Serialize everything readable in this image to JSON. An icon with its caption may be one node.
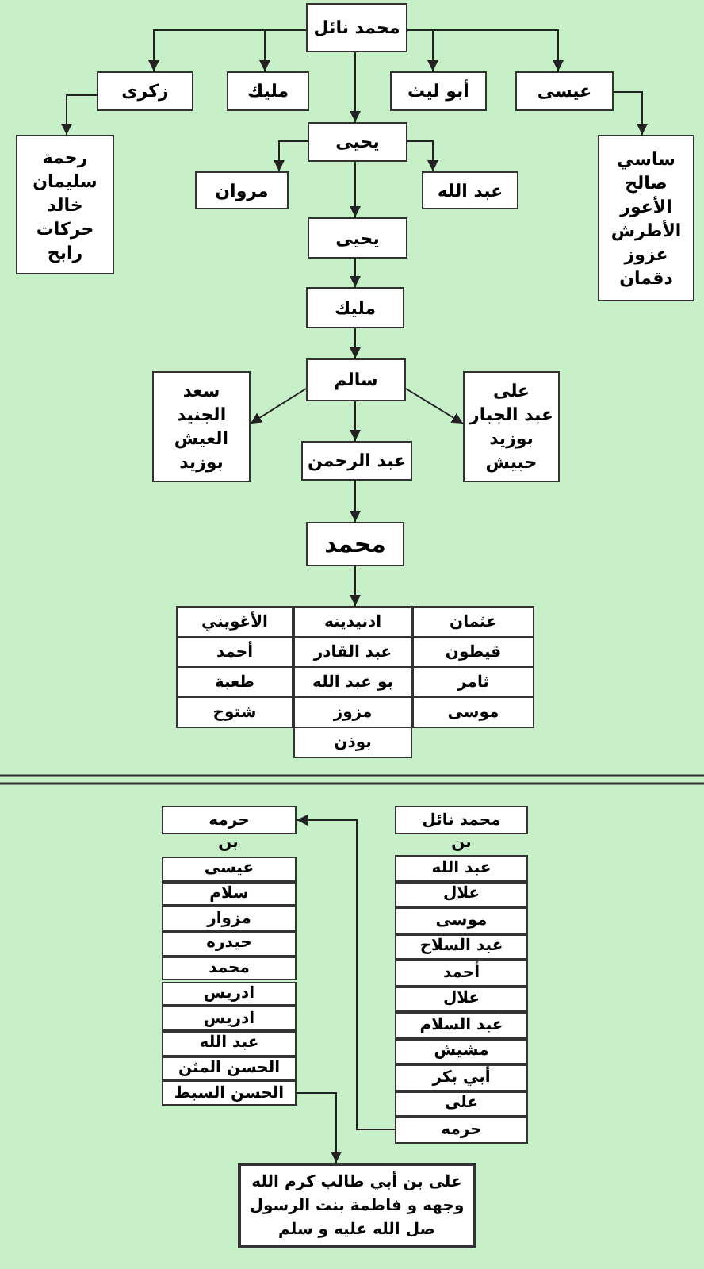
{
  "diagram": {
    "nodes": [
      {
        "text": [
          "محمد نائل"
        ]
      },
      {
        "text": [
          "زكرى"
        ]
      },
      {
        "text": [
          "مليك"
        ]
      },
      {
        "text": [
          "أبو ليث"
        ]
      },
      {
        "text": [
          "عيسى"
        ]
      },
      {
        "text": [
          "رحمة",
          "سليمان",
          "خالد",
          "حركات",
          "رابح"
        ]
      },
      {
        "text": [
          "ساسي",
          "صالح",
          "الأعور",
          "الأطرش",
          "عزوز",
          "دقمان"
        ]
      },
      {
        "text": [
          "يحيى"
        ]
      },
      {
        "text": [
          "مروان"
        ]
      },
      {
        "text": [
          "عبد الله"
        ]
      },
      {
        "text": [
          "يحيى"
        ]
      },
      {
        "text": [
          "مليك"
        ]
      },
      {
        "text": [
          "سالم"
        ]
      },
      {
        "text": [
          "سعد",
          "الجنيد",
          "العيش",
          "بوزيد"
        ]
      },
      {
        "text": [
          "عبد الرحمن"
        ]
      },
      {
        "text": [
          "على",
          "عبد الجبار",
          "بوزيد",
          "حبيش"
        ]
      },
      {
        "text": [
          "محمد"
        ]
      },
      {
        "text": [
          "عثمان",
          "ادنيدينه",
          "الأغويني",
          "قيطون",
          "عبد القادر",
          "أحمد",
          "ثامر",
          "بو عبد الله",
          "طعبة",
          "موسى",
          "مزوز",
          "شتوح",
          "بوذن"
        ]
      },
      {
        "text": [
          "محمد نائل"
        ]
      },
      {
        "text": [
          "عبد الله"
        ]
      },
      {
        "text": [
          "علال"
        ]
      },
      {
        "text": [
          "موسى"
        ]
      },
      {
        "text": [
          "عبد السلاح"
        ]
      },
      {
        "text": [
          "أحمد"
        ]
      },
      {
        "text": [
          "علال"
        ]
      },
      {
        "text": [
          "عبد السلام"
        ]
      },
      {
        "text": [
          "مشيش"
        ]
      },
      {
        "text": [
          "أبي بكر"
        ]
      },
      {
        "text": [
          "على"
        ]
      },
      {
        "text": [
          "حرمه"
        ]
      },
      {
        "text": [
          "حرمه"
        ]
      },
      {
        "text": [
          "عيسى"
        ]
      },
      {
        "text": [
          "سلام"
        ]
      },
      {
        "text": [
          "مزوار"
        ]
      },
      {
        "text": [
          "حيدره"
        ]
      },
      {
        "text": [
          "محمد"
        ]
      },
      {
        "text": [
          "ادريس"
        ]
      },
      {
        "text": [
          "ادريس"
        ]
      },
      {
        "text": [
          "عبد الله"
        ]
      },
      {
        "text": [
          "الحسن المثن"
        ]
      },
      {
        "text": [
          "الحسن السبط"
        ]
      },
      {
        "text": [
          "على بن أبي طالب كرم الله وجهه و فاطمة بنت الرسول صل الله عليه و سلم"
        ]
      }
    ],
    "edges": [
      {
        "from": 0,
        "to": 1,
        "arrow": "to"
      },
      {
        "from": 0,
        "to": 2,
        "arrow": "to"
      },
      {
        "from": 0,
        "to": 3,
        "arrow": "to"
      },
      {
        "from": 0,
        "to": 4,
        "arrow": "to"
      },
      {
        "from": 0,
        "to": 7,
        "arrow": "to"
      },
      {
        "from": 1,
        "to": 5,
        "arrow": "to"
      },
      {
        "from": 4,
        "to": 6,
        "arrow": "to"
      },
      {
        "from": 7,
        "to": 8,
        "arrow": "to"
      },
      {
        "from": 7,
        "to": 9,
        "arrow": "to"
      },
      {
        "from": 7,
        "to": 10,
        "arrow": "to"
      },
      {
        "from": 10,
        "to": 11,
        "arrow": "to"
      },
      {
        "from": 11,
        "to": 12,
        "arrow": "to"
      },
      {
        "from": 12,
        "to": 13,
        "arrow": "to"
      },
      {
        "from": 12,
        "to": 14,
        "arrow": "to"
      },
      {
        "from": 12,
        "to": 15,
        "arrow": "to"
      },
      {
        "from": 14,
        "to": 16,
        "arrow": "to"
      },
      {
        "from": 16,
        "to": 17,
        "arrow": "to"
      },
      {
        "from": 29,
        "to": 30,
        "arrow": "to"
      },
      {
        "from": 40,
        "to": 41,
        "arrow": "to"
      }
    ],
    "labels": [
      "بن",
      "بن"
    ]
  }
}
